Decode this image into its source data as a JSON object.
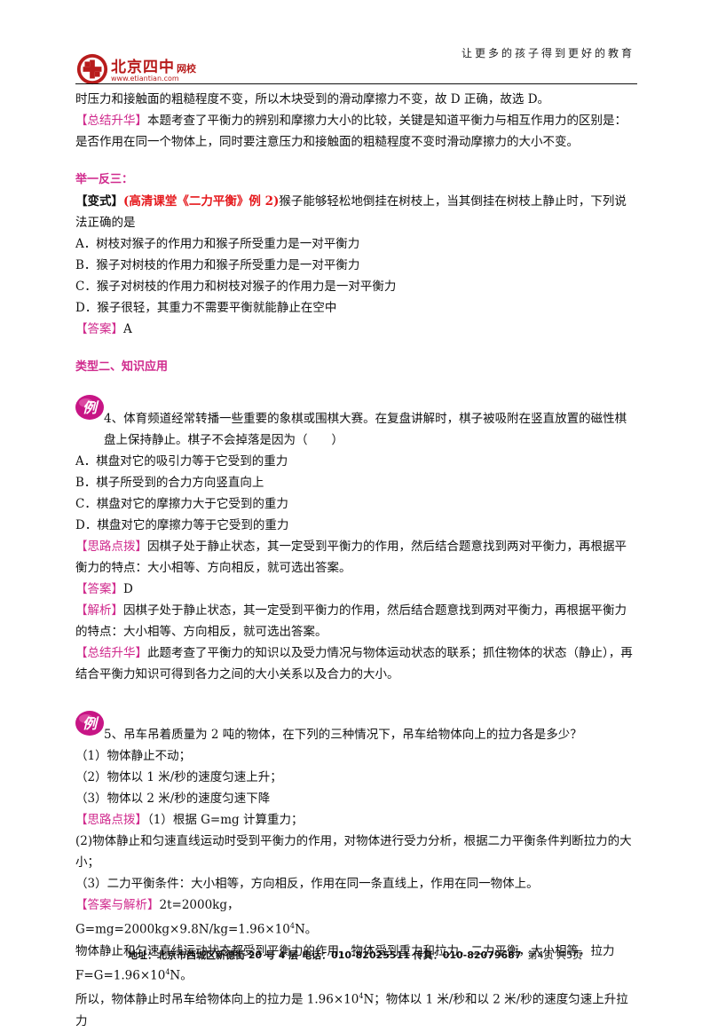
{
  "header": {
    "logo_name": "北京四中",
    "logo_suffix": "网校",
    "logo_url": "www.etiantian.com",
    "slogan": "让更多的孩子得到更好的教育",
    "logo_color": "#b81c1c"
  },
  "content": {
    "intro_line": "时压力和接触面的粗糙程度不变，所以木块受到的滑动摩擦力不变，故 D 正确，故选 D。",
    "summary1_tag": "【总结升华】",
    "summary1_text": "本题考查了平衡力的辨别和摩擦力大小的比较，关键是知道平衡力与相互作用力的区别是：是否作用在同一个物体上，同时要注意压力和接触面的粗糙程度不变时滑动摩擦力的大小不变。",
    "juyi_heading": "举一反三：",
    "variant_tag_open": "【变式】",
    "variant_source": "(高清课堂《二力平衡》例 2)",
    "variant_text": "猴子能够轻松地倒挂在树枝上，当其倒挂在树枝上静止时，下列说法正确的是",
    "variant_options": [
      "A．树枝对猴子的作用力和猴子所受重力是一对平衡力",
      "B．猴子对树枝的作用力和猴子所受重力是一对平衡力",
      "C．猴子对树枝的作用力和树枝对猴子的作用力是一对平衡力",
      "D．猴子很轻，其重力不需要平衡就能静止在空中"
    ],
    "variant_answer_tag": "【答案】",
    "variant_answer": "A",
    "type2_heading": "类型二、知识应用",
    "example_icon_char": "例",
    "q4": {
      "text": "4、体育频道经常转播一些重要的象棋或围棋大赛。在复盘讲解时，棋子被吸附在竖直放置的磁性棋盘上保持静止。棋子不会掉落是因为（　　）",
      "options": [
        "A．棋盘对它的吸引力等于它受到的重力",
        "B．棋子所受到的合力方向竖直向上",
        "C．棋盘对它的摩擦力大于它受到的重力",
        "D．棋盘对它的摩擦力等于它受到的重力"
      ],
      "hint_tag": "【思路点拨】",
      "hint_text": "因棋子处于静止状态，其一定受到平衡力的作用，然后结合题意找到两对平衡力，再根据平衡力的特点：大小相等、方向相反，就可选出答案。",
      "answer_tag": "【答案】",
      "answer": "D",
      "analysis_tag": "【解析】",
      "analysis_text": "因棋子处于静止状态，其一定受到平衡力的作用，然后结合题意找到两对平衡力，再根据平衡力的特点：大小相等、方向相反，就可选出答案。",
      "summary_tag": "【总结升华】",
      "summary_text": "此题考查了平衡力的知识以及受力情况与物体运动状态的联系；抓住物体的状态（静止），再结合平衡力知识可得到各力之间的大小关系以及合力的大小。"
    },
    "q5": {
      "text": "5、吊车吊着质量为 2 吨的物体，在下列的三种情况下，吊车给物体向上的拉力各是多少？",
      "items": [
        "（1）物体静止不动；",
        "（2）物体以 1 米/秒的速度匀速上升；",
        "（3）物体以 2 米/秒的速度匀速下降"
      ],
      "hint_tag": "【思路点拨】",
      "hint_1": "（1）根据 G=mg 计算重力；",
      "hint_2": "(2)物体静止和匀速直线运动时受到平衡力的作用，对物体进行受力分析，根据二力平衡条件判断拉力的大小；",
      "hint_3": "（3）二力平衡条件：大小相等，方向相反，作用在同一条直线上，作用在同一物体上。",
      "ans_tag": "【答案与解析】",
      "ans_1": "2t=2000kg，",
      "ans_2a": "G=mg=2000kg×9.8N/kg=1.96×10",
      "ans_2_exp": "4",
      "ans_2b": "N。",
      "ans_3": "物体静止和匀速直线运动状态都受到平衡力的作用，物体受到重力和拉力，二力平衡，大小相等，拉力",
      "ans_4a": "F=G=1.96×10",
      "ans_4_exp": "4",
      "ans_4b": "N。",
      "ans_5a": "所以，物体静止时吊车给物体向上的拉力是 1.96×10",
      "ans_5_exp": "4",
      "ans_5b": "N；物体以 1 米/秒和以 2 米/秒的速度匀速上升拉力"
    }
  },
  "footer": {
    "address": "地址：北京市西城区新德街 20 号 4 层  电话：010-82025511  传真：010-82079687",
    "page": "第4页  共5页"
  }
}
